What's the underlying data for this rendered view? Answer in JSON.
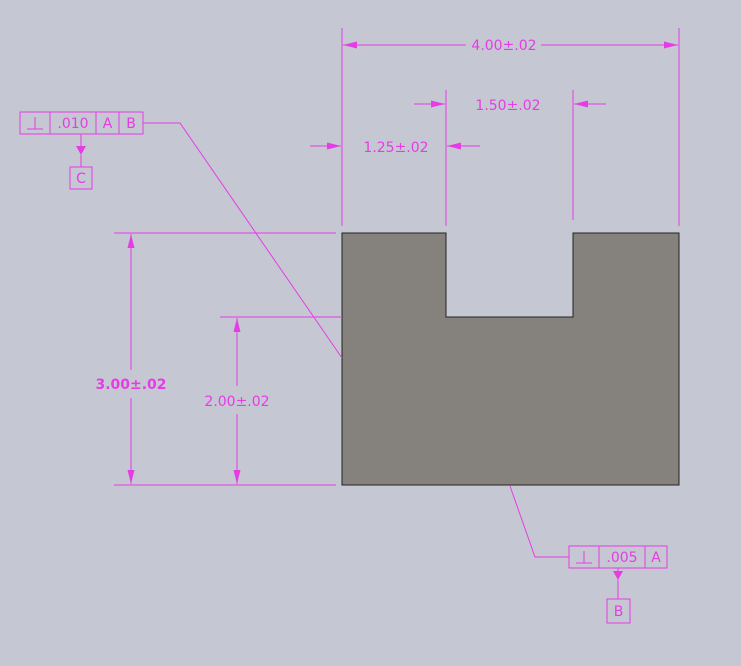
{
  "part": {
    "fill": "#85817c",
    "stroke": "#222222"
  },
  "colors": {
    "annotation": "#e63ce6",
    "background": "#c5c8d2"
  },
  "dimensions": {
    "overall_width": "4.00±.02",
    "slot_width": "1.50±.02",
    "slot_offset": "1.25±.02",
    "overall_height": "3.00±.02",
    "slot_floor_height": "2.00±.02"
  },
  "fcf_top": {
    "symbol": "perpendicularity",
    "tolerance": ".010",
    "datum_primary": "A",
    "datum_secondary": "B",
    "datum_feature": "C"
  },
  "fcf_bottom": {
    "symbol": "perpendicularity",
    "tolerance": ".005",
    "datum_primary": "A",
    "datum_feature": "B"
  }
}
